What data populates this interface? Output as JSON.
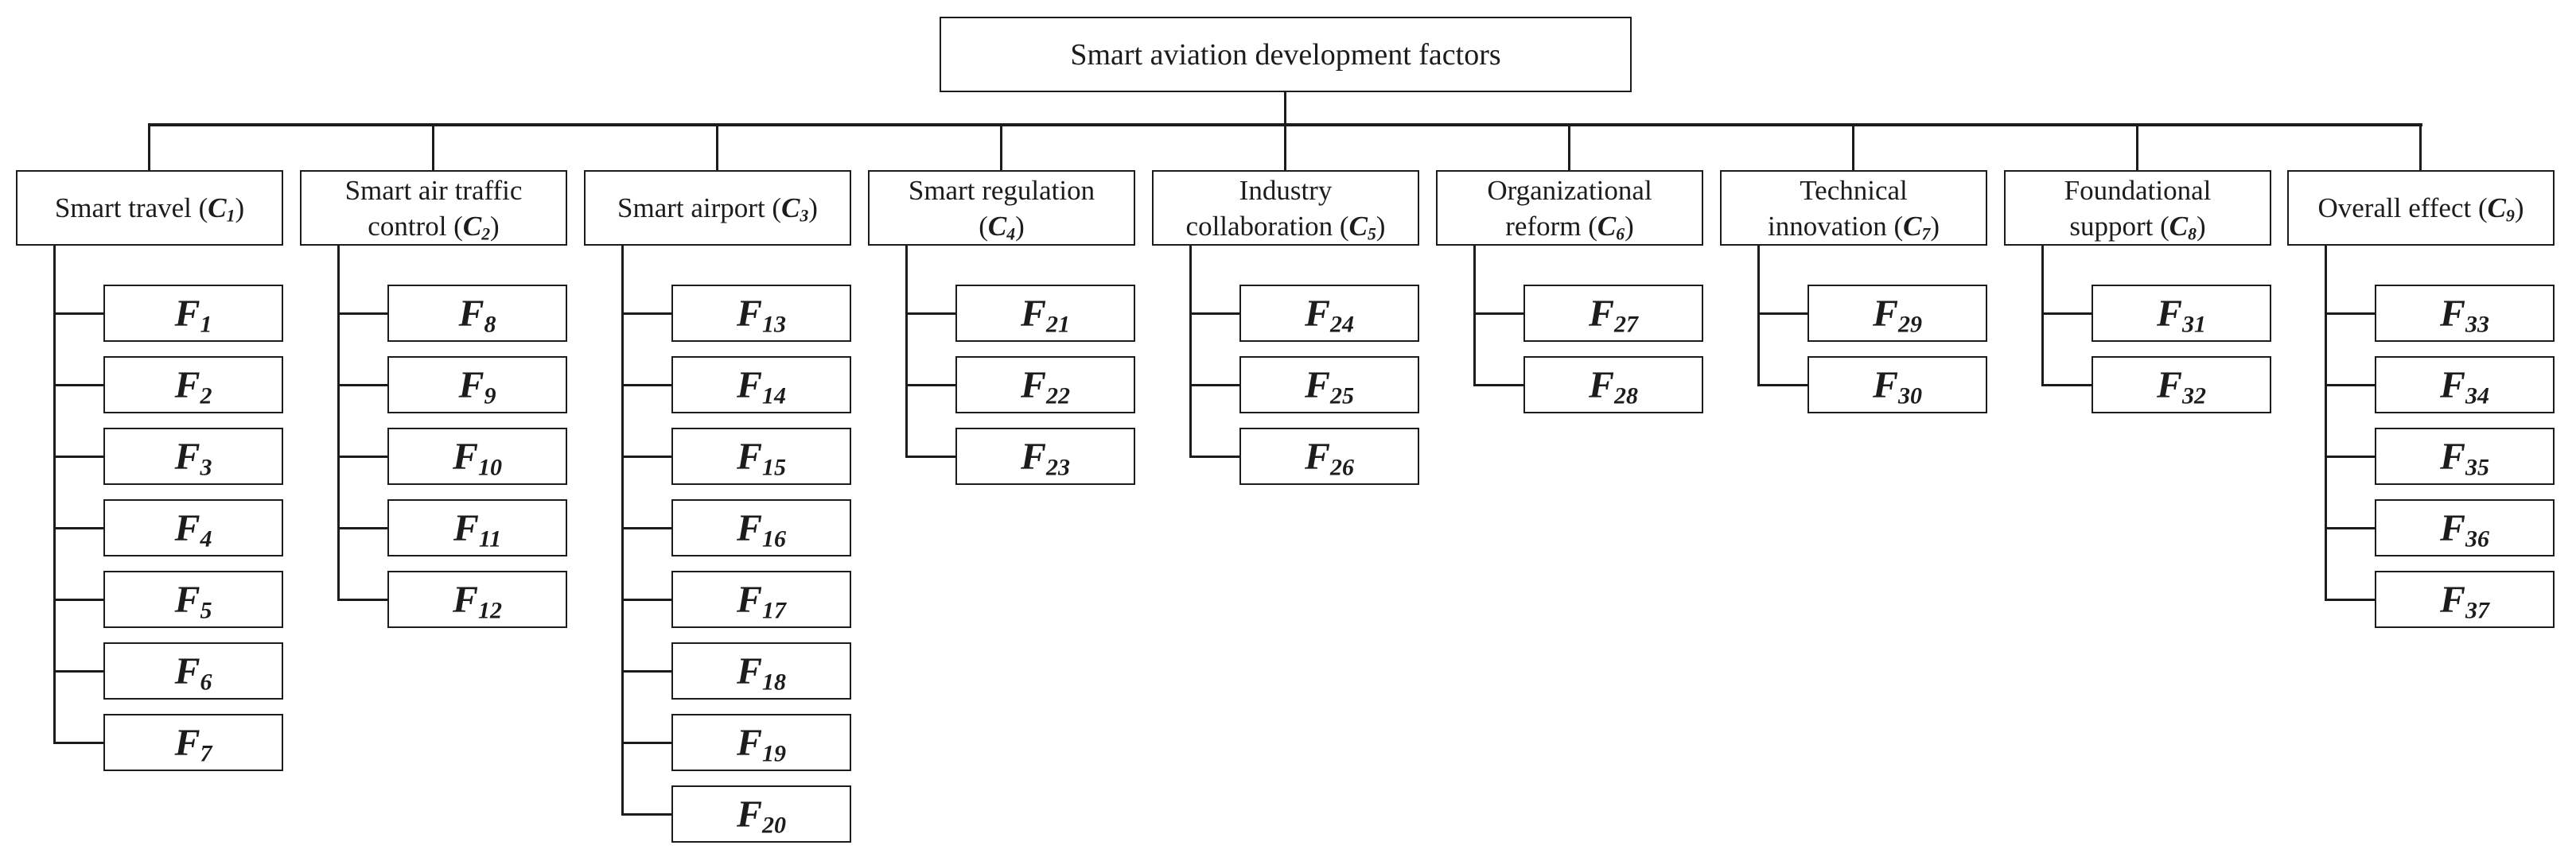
{
  "colors": {
    "line": "#1c1c1c",
    "background": "#ffffff",
    "text": "#1c1c1c"
  },
  "root": {
    "label": "Smart aviation development factors"
  },
  "columns": [
    {
      "category": {
        "lines": [
          {
            "text": "Smart travel (",
            "symbol": "C",
            "sub": "1",
            "suffix": ")"
          }
        ]
      },
      "factors": [
        {
          "letter": "F",
          "sub": "1"
        },
        {
          "letter": "F",
          "sub": "2"
        },
        {
          "letter": "F",
          "sub": "3"
        },
        {
          "letter": "F",
          "sub": "4"
        },
        {
          "letter": "F",
          "sub": "5"
        },
        {
          "letter": "F",
          "sub": "6"
        },
        {
          "letter": "F",
          "sub": "7"
        }
      ]
    },
    {
      "category": {
        "lines": [
          {
            "text": "Smart air traffic"
          },
          {
            "text": "control (",
            "symbol": "C",
            "sub": "2",
            "suffix": ")"
          }
        ]
      },
      "factors": [
        {
          "letter": "F",
          "sub": "8"
        },
        {
          "letter": "F",
          "sub": "9"
        },
        {
          "letter": "F",
          "sub": "10"
        },
        {
          "letter": "F",
          "sub": "11"
        },
        {
          "letter": "F",
          "sub": "12"
        }
      ]
    },
    {
      "category": {
        "lines": [
          {
            "text": "Smart airport (",
            "symbol": "C",
            "sub": "3",
            "suffix": ")"
          }
        ]
      },
      "factors": [
        {
          "letter": "F",
          "sub": "13"
        },
        {
          "letter": "F",
          "sub": "14"
        },
        {
          "letter": "F",
          "sub": "15"
        },
        {
          "letter": "F",
          "sub": "16"
        },
        {
          "letter": "F",
          "sub": "17"
        },
        {
          "letter": "F",
          "sub": "18"
        },
        {
          "letter": "F",
          "sub": "19"
        },
        {
          "letter": "F",
          "sub": "20"
        }
      ]
    },
    {
      "category": {
        "lines": [
          {
            "text": "Smart regulation"
          },
          {
            "text": "(",
            "symbol": "C",
            "sub": "4",
            "suffix": ")"
          }
        ]
      },
      "factors": [
        {
          "letter": "F",
          "sub": "21"
        },
        {
          "letter": "F",
          "sub": "22"
        },
        {
          "letter": "F",
          "sub": "23"
        }
      ]
    },
    {
      "category": {
        "lines": [
          {
            "text": "Industry"
          },
          {
            "text": "collaboration (",
            "symbol": "C",
            "sub": "5",
            "suffix": ")"
          }
        ]
      },
      "factors": [
        {
          "letter": "F",
          "sub": "24"
        },
        {
          "letter": "F",
          "sub": "25"
        },
        {
          "letter": "F",
          "sub": "26"
        }
      ]
    },
    {
      "category": {
        "lines": [
          {
            "text": "Organizational"
          },
          {
            "text": "reform (",
            "symbol": "C",
            "sub": "6",
            "suffix": ")"
          }
        ]
      },
      "factors": [
        {
          "letter": "F",
          "sub": "27"
        },
        {
          "letter": "F",
          "sub": "28"
        }
      ]
    },
    {
      "category": {
        "lines": [
          {
            "text": "Technical"
          },
          {
            "text": "innovation (",
            "symbol": "C",
            "sub": "7",
            "suffix": ")"
          }
        ]
      },
      "factors": [
        {
          "letter": "F",
          "sub": "29"
        },
        {
          "letter": "F",
          "sub": "30"
        }
      ]
    },
    {
      "category": {
        "lines": [
          {
            "text": "Foundational"
          },
          {
            "text": "support (",
            "symbol": "C",
            "sub": "8",
            "suffix": ")"
          }
        ]
      },
      "factors": [
        {
          "letter": "F",
          "sub": "31"
        },
        {
          "letter": "F",
          "sub": "32"
        }
      ]
    },
    {
      "category": {
        "lines": [
          {
            "text": "Overall effect (",
            "symbol": "C",
            "sub": "9",
            "suffix": ")"
          }
        ]
      },
      "factors": [
        {
          "letter": "F",
          "sub": "33"
        },
        {
          "letter": "F",
          "sub": "34"
        },
        {
          "letter": "F",
          "sub": "35"
        },
        {
          "letter": "F",
          "sub": "36"
        },
        {
          "letter": "F",
          "sub": "37"
        }
      ]
    }
  ]
}
